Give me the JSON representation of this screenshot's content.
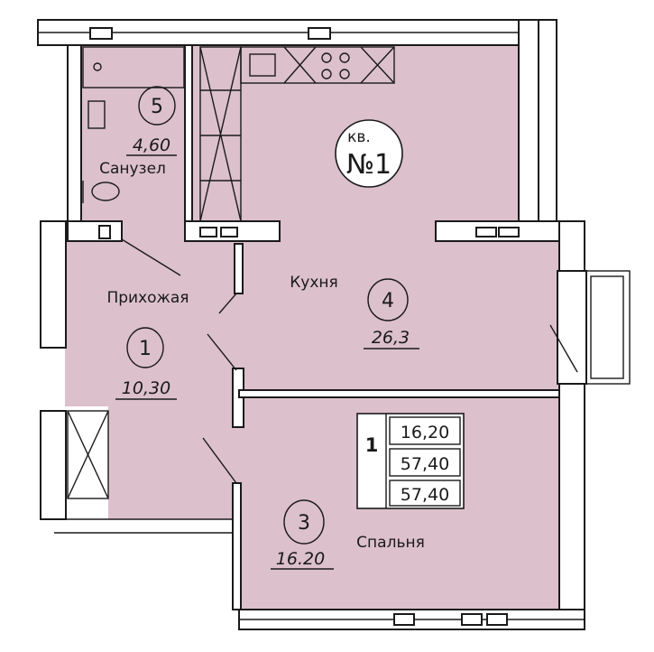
{
  "apartment": {
    "prefix": "кв.",
    "number_label": "№1"
  },
  "rooms": [
    {
      "number": "1",
      "name": "Прихожая",
      "area": "10,30"
    },
    {
      "number": "3",
      "name": "Спальня",
      "area": "16.20"
    },
    {
      "number": "4",
      "name": "Кухня",
      "area": "26,3"
    },
    {
      "number": "5",
      "name": "Санузел",
      "area": "4,60"
    }
  ],
  "summary": {
    "rooms_count": "1",
    "values": [
      "16,20",
      "57,40",
      "57,40"
    ]
  },
  "colors": {
    "room_fill": "#dcc0cc",
    "wall": "#1a1a1a",
    "background": "#ffffff"
  }
}
